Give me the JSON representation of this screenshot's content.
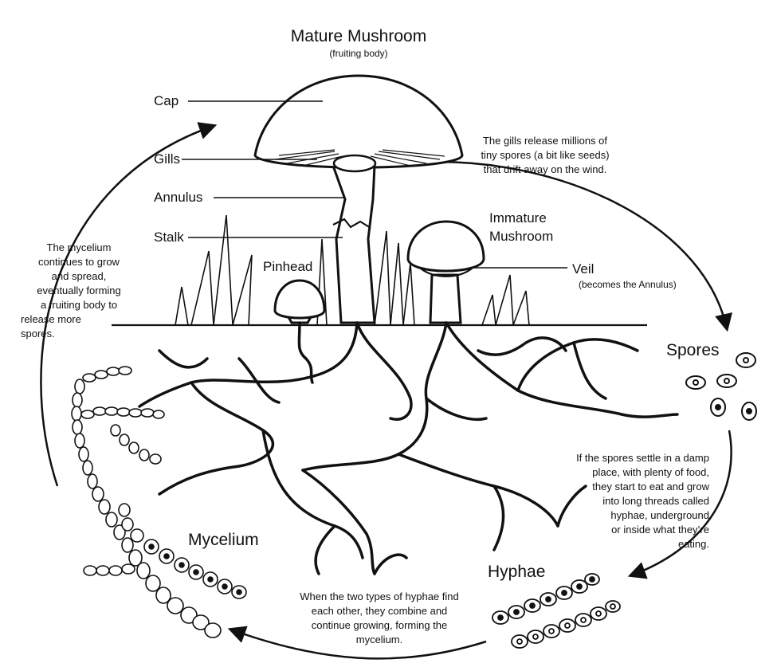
{
  "title": "Mature Mushroom",
  "subtitle": "(fruiting body)",
  "labels": {
    "cap": "Cap",
    "gills": "Gills",
    "annulus": "Annulus",
    "stalk": "Stalk",
    "pinhead": "Pinhead",
    "immature_line1": "Immature",
    "immature_line2": "Mushroom",
    "veil": "Veil",
    "veil_note": "(becomes the Annulus)",
    "spores": "Spores",
    "hyphae": "Hyphae",
    "mycelium": "Mycelium"
  },
  "notes": {
    "gills_release": [
      "The gills release millions of",
      "tiny spores (a bit like seeds)",
      "that drift away on the wind."
    ],
    "mycelium_grow": [
      "The mycelium",
      "continues to grow",
      "and spread,",
      "eventually forming",
      "a fruiting body to",
      "release more",
      "spores."
    ],
    "spores_settle": [
      "If the spores settle in a damp",
      "place, with plenty of  food,",
      "they start to eat and grow",
      "into long threads called",
      "hyphae, underground",
      "or inside what they’re",
      "eating."
    ],
    "hyphae_combine": [
      "When the two types of hyphae find",
      "each other, they combine and",
      "continue growing, forming the",
      "mycelium."
    ]
  },
  "colors": {
    "ink": "#111111",
    "background": "#ffffff"
  }
}
